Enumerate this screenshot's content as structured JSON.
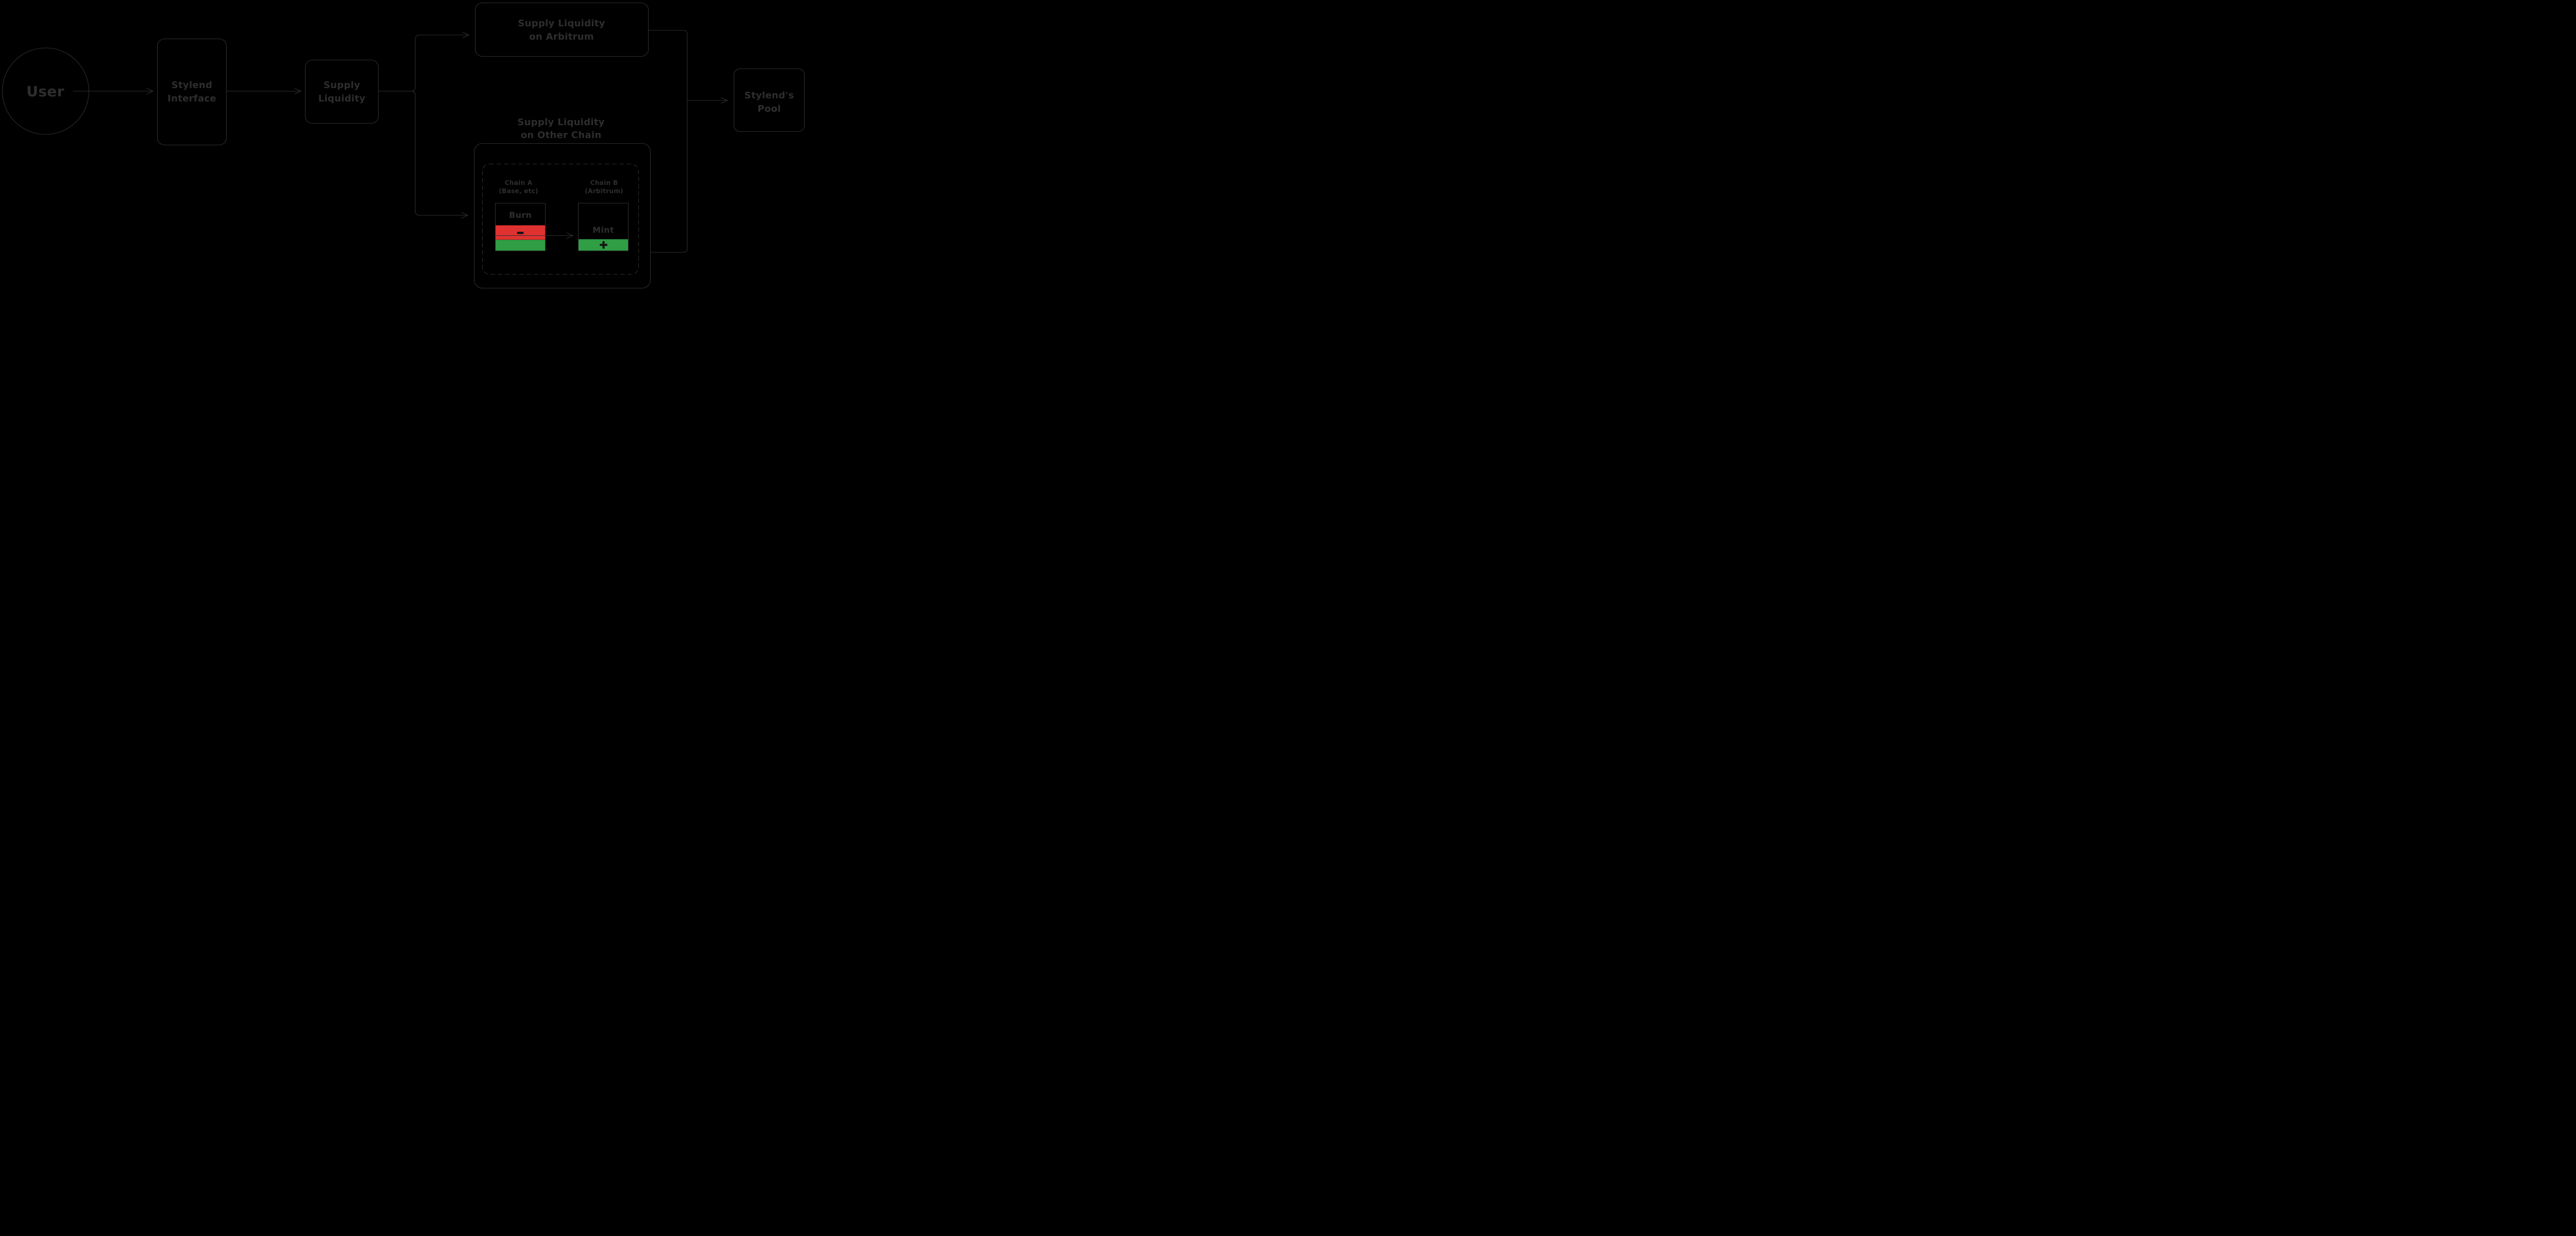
{
  "diagram": {
    "colors": {
      "background": "#000000",
      "stroke": "#2e2e2e",
      "red": "#e03131",
      "green": "#2f9e44",
      "ink": "#141414"
    },
    "nodes": {
      "user": {
        "label": "User"
      },
      "stylend_interface": {
        "line1": "Stylend",
        "line2": "Interface"
      },
      "supply_liquidity": {
        "line1": "Supply",
        "line2": "Liquidity"
      },
      "supply_on_arbitrum": {
        "line1": "Supply Liquidity",
        "line2": "on Arbitrum"
      },
      "supply_on_other_chain": {
        "line1": "Supply Liquidity",
        "line2": "on Other Chain"
      },
      "chain_a": {
        "line1": "Chain A",
        "line2": "(Base, etc)"
      },
      "chain_b": {
        "line1": "Chain B",
        "line2": "(Arbitrum)"
      },
      "burn": {
        "label": "Burn",
        "delta_icon": "minus-icon"
      },
      "mint": {
        "label": "Mint",
        "delta_icon": "plus-icon"
      },
      "stylends_pool": {
        "line1": "Stylend's",
        "line2": "Pool"
      }
    },
    "edges": [
      {
        "from": "user",
        "to": "stylend-interface"
      },
      {
        "from": "stylend-interface",
        "to": "supply-liquidity"
      },
      {
        "from": "supply-liquidity",
        "to": "supply-liquidity-on-arbitrum"
      },
      {
        "from": "supply-liquidity",
        "to": "supply-liquidity-on-other-chain"
      },
      {
        "from": "chain-a-burn",
        "to": "chain-b-mint"
      },
      {
        "from": "supply-liquidity-on-arbitrum",
        "to": "stylends-pool"
      },
      {
        "from": "supply-liquidity-on-other-chain",
        "to": "stylends-pool"
      }
    ]
  }
}
